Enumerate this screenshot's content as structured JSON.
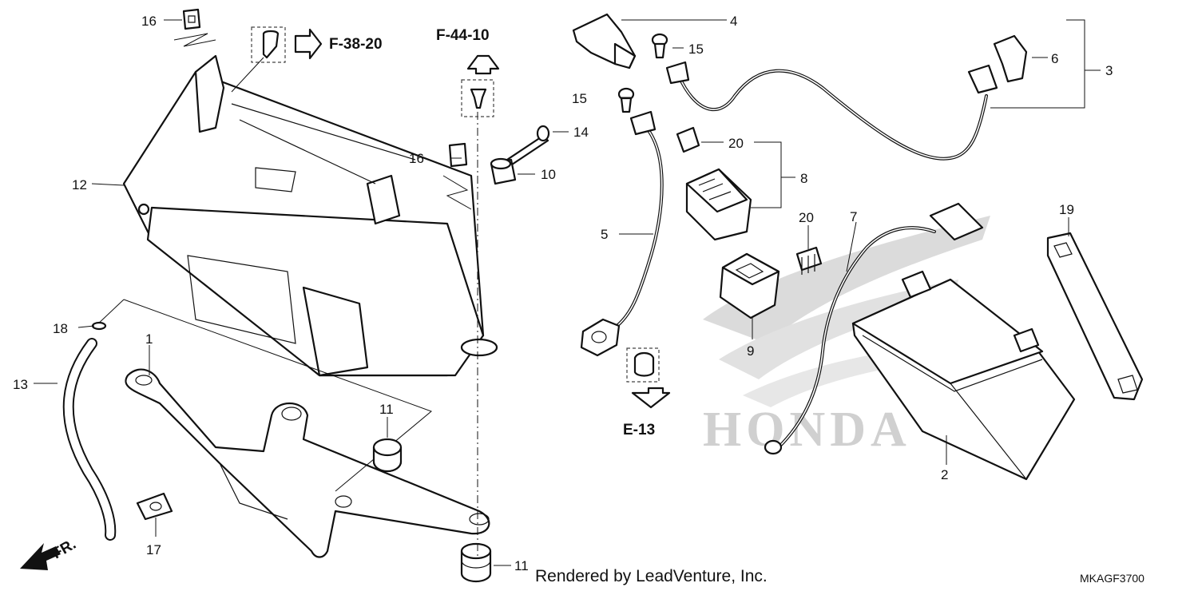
{
  "callouts": {
    "c1": "1",
    "c2": "2",
    "c3": "3",
    "c4": "4",
    "c5": "5",
    "c6": "6",
    "c7": "7",
    "c8": "8",
    "c9": "9",
    "c10": "10",
    "c11a": "11",
    "c11b": "11",
    "c12": "12",
    "c13": "13",
    "c14": "14",
    "c15a": "15",
    "c15b": "15",
    "c16a": "16",
    "c16b": "16",
    "c17": "17",
    "c18": "18",
    "c19": "19",
    "c20a": "20",
    "c20b": "20"
  },
  "references": {
    "f3820": "F-38-20",
    "f4410": "F-44-10",
    "e13": "E-13"
  },
  "front_marker": "FR.",
  "watermark": "HONDA",
  "footer": {
    "credit": "Rendered by LeadVenture, Inc.",
    "diagram_code": "MKAGF3700"
  }
}
